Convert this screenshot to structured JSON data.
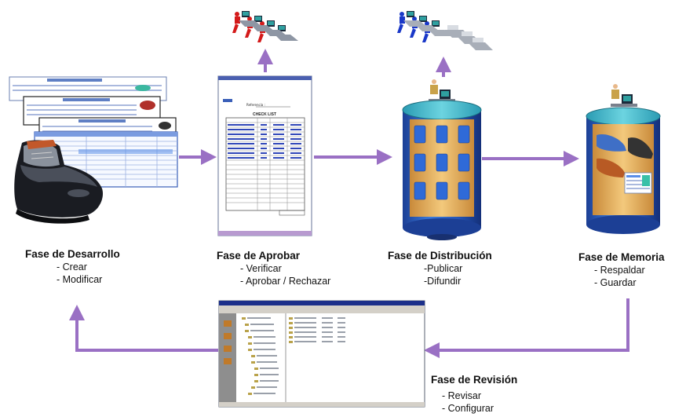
{
  "phases": {
    "desarrollo": {
      "title": "Fase de Desarrollo",
      "items": [
        "- Crear",
        "- Modificar"
      ]
    },
    "aprobar": {
      "title": "Fase de Aprobar",
      "items": [
        "- Verificar",
        "- Aprobar / Rechazar"
      ]
    },
    "distribucion": {
      "title": "Fase de Distribución",
      "items": [
        "-Publicar",
        "-Difundir"
      ]
    },
    "memoria": {
      "title": "Fase de Memoria",
      "items": [
        "- Respaldar",
        "- Guardar"
      ]
    },
    "revision": {
      "title": "Fase de Revisión",
      "items": [
        "- Revisar",
        "- Configurar"
      ]
    }
  },
  "checklist_doc": {
    "field_label": "Referencia :",
    "heading": "CHECK LIST"
  },
  "colors": {
    "arrow": "#9a70c4",
    "cylinder_blue": "#2d62c6",
    "cylinder_top": "#36b3c8",
    "cylinder_panel": "#e9b868",
    "people_red": "#d41a1a",
    "people_blue": "#1a38c8"
  }
}
